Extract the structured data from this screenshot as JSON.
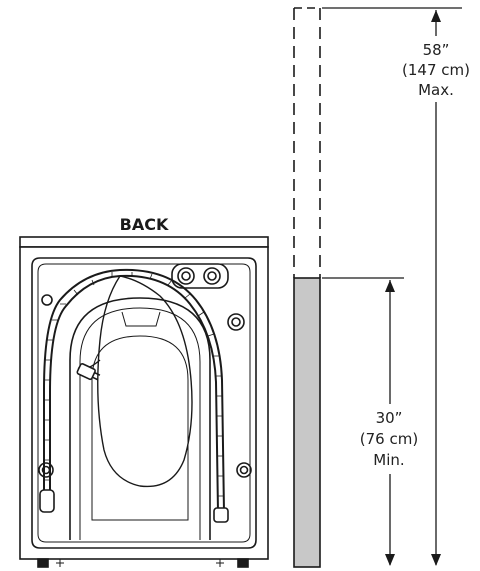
{
  "diagram": {
    "back_label": "BACK",
    "max_height": {
      "inches": "58”",
      "cm": "(147 cm)",
      "qualifier": "Max."
    },
    "min_height": {
      "inches": "30”",
      "cm": "(76 cm)",
      "qualifier": "Min."
    }
  },
  "colors": {
    "line": "#1a1a1a",
    "standpipe_fill": "#c8c8c8",
    "machine_fill": "#ffffff"
  }
}
